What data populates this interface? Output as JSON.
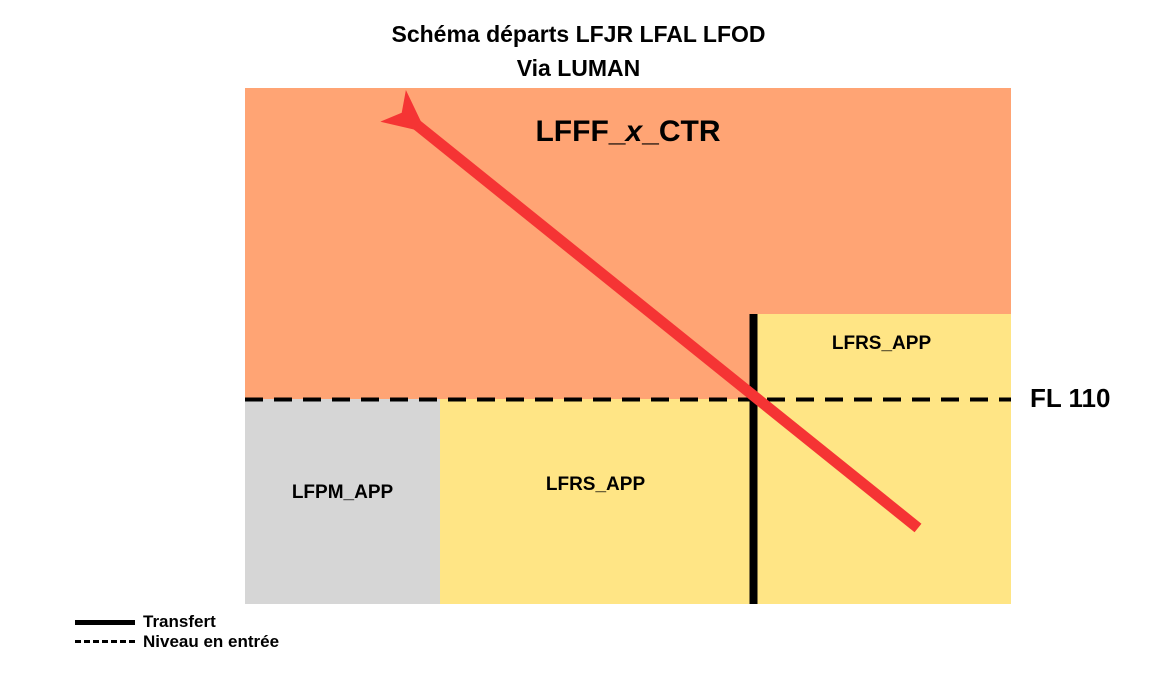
{
  "title": {
    "line1": "Schéma départs LFJR LFAL LFOD",
    "line2": "Via LUMAN"
  },
  "diagram": {
    "ctr_label_prefix": "LFFF_",
    "ctr_label_italic": "x",
    "ctr_label_suffix": "_CTR",
    "ctr_label_full": "LFFF_x_CTR",
    "upper_right_sector": "LFRS_APP",
    "lower_left_sector": "LFPM_APP",
    "lower_mid_sector": "LFRS_APP",
    "level_label": "FL 110",
    "colors": {
      "ctr_fill": "#FFA474",
      "app_fill": "#FFE585",
      "lfpm_fill": "#D6D6D6",
      "transfer_line": "#000000",
      "level_line": "#000000",
      "route_arrow": "#F53434"
    }
  },
  "legend": {
    "items": [
      {
        "label": "Transfert",
        "style": "solid"
      },
      {
        "label": "Niveau en entrée",
        "style": "dashed"
      }
    ]
  }
}
